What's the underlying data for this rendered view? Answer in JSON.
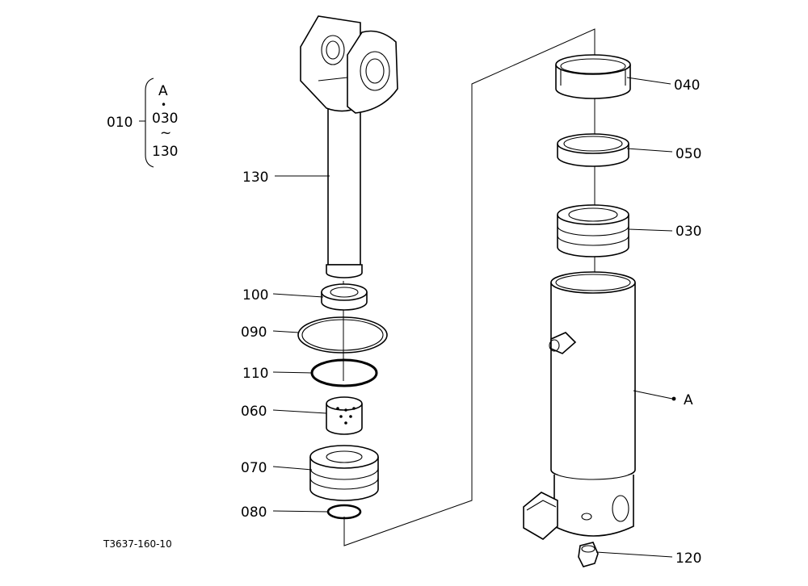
{
  "group": {
    "main": "010",
    "members": [
      "A",
      "030",
      "130"
    ],
    "dot": "•",
    "tilde": "~"
  },
  "callouts": {
    "rod": "130",
    "gland_seal": "100",
    "backup_ring": "090",
    "rod_oring": "110",
    "piston_bushing": "060",
    "piston": "070",
    "piston_oring": "080",
    "bushing_top": "040",
    "seal_050": "050",
    "gland_030": "030",
    "tube": "A",
    "grease_fitting": "120"
  },
  "figure_code": "T3637-160-10"
}
